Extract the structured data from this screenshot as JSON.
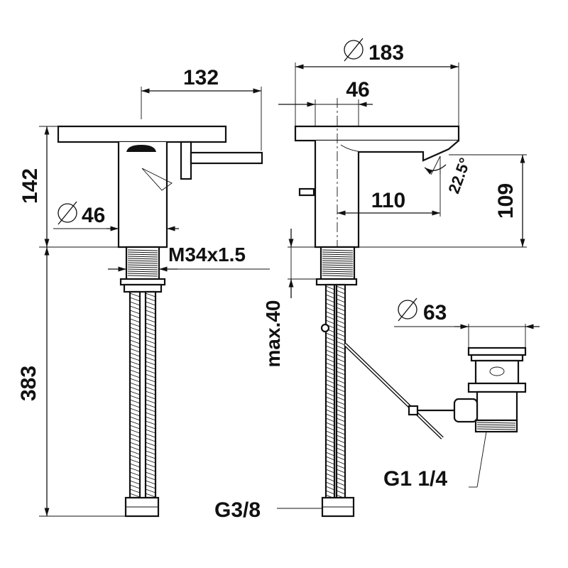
{
  "dimensions": {
    "spout_reach": "132",
    "total_height": "142",
    "body_diameter_side": "46",
    "thread": "M34x1.5",
    "hose_length": "383",
    "rosette_diameter": "183",
    "body_diameter_front": "46",
    "outlet_reach": "110",
    "outlet_height": "109",
    "spout_angle": "22.5°",
    "max_deck": "max.40",
    "waste_diameter": "63",
    "hose_connection": "G3/8",
    "waste_thread": "G1 1/4"
  },
  "colors": {
    "line": "#111111",
    "background": "#ffffff"
  }
}
